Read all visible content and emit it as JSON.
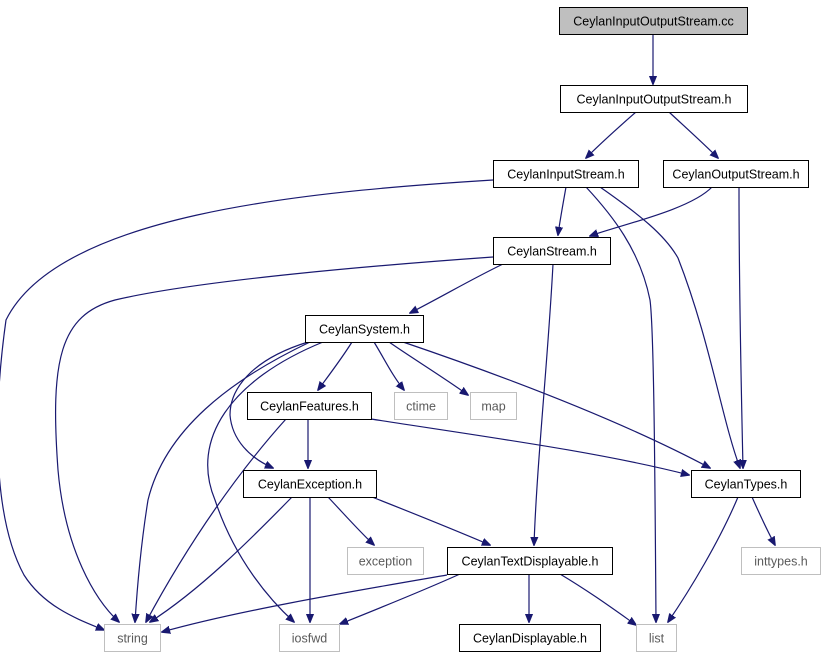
{
  "diagram": {
    "nodes": [
      {
        "id": "n_cc",
        "label": "CeylanInputOutputStream.cc",
        "style": "highlight"
      },
      {
        "id": "n_ios",
        "label": "CeylanInputOutputStream.h",
        "style": "file"
      },
      {
        "id": "n_in",
        "label": "CeylanInputStream.h",
        "style": "file"
      },
      {
        "id": "n_out",
        "label": "CeylanOutputStream.h",
        "style": "file"
      },
      {
        "id": "n_stream",
        "label": "CeylanStream.h",
        "style": "file"
      },
      {
        "id": "n_system",
        "label": "CeylanSystem.h",
        "style": "file"
      },
      {
        "id": "n_feat",
        "label": "CeylanFeatures.h",
        "style": "file"
      },
      {
        "id": "n_ctime",
        "label": "ctime",
        "style": "system"
      },
      {
        "id": "n_map",
        "label": "map",
        "style": "system"
      },
      {
        "id": "n_exc",
        "label": "CeylanException.h",
        "style": "file"
      },
      {
        "id": "n_types",
        "label": "CeylanTypes.h",
        "style": "file"
      },
      {
        "id": "n_stdexc",
        "label": "exception",
        "style": "system"
      },
      {
        "id": "n_textd",
        "label": "CeylanTextDisplayable.h",
        "style": "file"
      },
      {
        "id": "n_inttypes",
        "label": "inttypes.h",
        "style": "system"
      },
      {
        "id": "n_string",
        "label": "string",
        "style": "system"
      },
      {
        "id": "n_iosfwd",
        "label": "iosfwd",
        "style": "system"
      },
      {
        "id": "n_disp",
        "label": "CeylanDisplayable.h",
        "style": "file"
      },
      {
        "id": "n_list",
        "label": "list",
        "style": "system"
      }
    ],
    "edges": [
      {
        "from": "n_cc",
        "to": "n_ios"
      },
      {
        "from": "n_ios",
        "to": "n_in"
      },
      {
        "from": "n_ios",
        "to": "n_out"
      },
      {
        "from": "n_in",
        "to": "n_string"
      },
      {
        "from": "n_in",
        "to": "n_stream"
      },
      {
        "from": "n_in",
        "to": "n_list"
      },
      {
        "from": "n_in",
        "to": "n_types"
      },
      {
        "from": "n_out",
        "to": "n_stream"
      },
      {
        "from": "n_out",
        "to": "n_types"
      },
      {
        "from": "n_stream",
        "to": "n_string"
      },
      {
        "from": "n_stream",
        "to": "n_system"
      },
      {
        "from": "n_stream",
        "to": "n_textd"
      },
      {
        "from": "n_system",
        "to": "n_string"
      },
      {
        "from": "n_system",
        "to": "n_iosfwd"
      },
      {
        "from": "n_system",
        "to": "n_exc"
      },
      {
        "from": "n_system",
        "to": "n_feat"
      },
      {
        "from": "n_system",
        "to": "n_ctime"
      },
      {
        "from": "n_system",
        "to": "n_map"
      },
      {
        "from": "n_system",
        "to": "n_types"
      },
      {
        "from": "n_feat",
        "to": "n_string"
      },
      {
        "from": "n_feat",
        "to": "n_exc"
      },
      {
        "from": "n_feat",
        "to": "n_types"
      },
      {
        "from": "n_exc",
        "to": "n_string"
      },
      {
        "from": "n_exc",
        "to": "n_iosfwd"
      },
      {
        "from": "n_exc",
        "to": "n_stdexc"
      },
      {
        "from": "n_exc",
        "to": "n_textd"
      },
      {
        "from": "n_types",
        "to": "n_inttypes"
      },
      {
        "from": "n_types",
        "to": "n_list"
      },
      {
        "from": "n_textd",
        "to": "n_string"
      },
      {
        "from": "n_textd",
        "to": "n_iosfwd"
      },
      {
        "from": "n_textd",
        "to": "n_disp"
      },
      {
        "from": "n_textd",
        "to": "n_list"
      }
    ]
  },
  "colors": {
    "edge": "#191970",
    "highlight_fill": "#bfbfbf",
    "file_border": "#000000",
    "system_border": "#bfbfbf",
    "file_text": "#000000",
    "system_text": "#5a5a5a"
  }
}
